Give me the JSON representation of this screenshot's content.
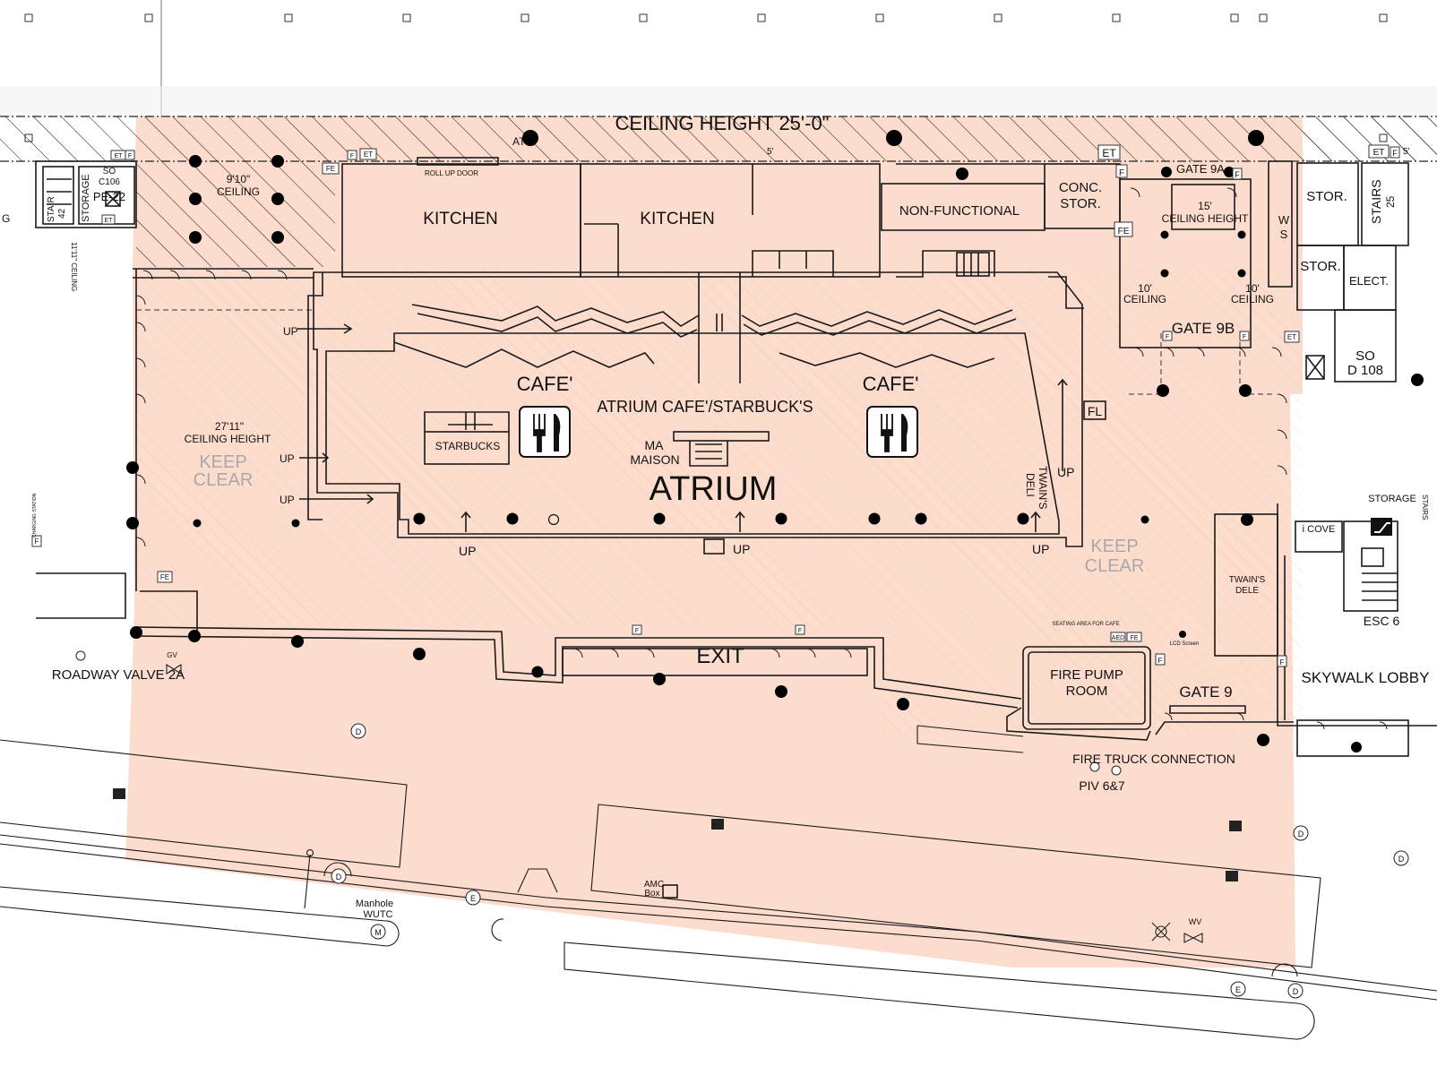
{
  "header": {
    "ceiling_height": "CEILING HEIGHT 25'-0\"",
    "at_mark": "AT",
    "five_mark": "5'",
    "five_mark_right": "5'"
  },
  "top_left": {
    "ceiling_9_10_a": "9'10\"",
    "ceiling_9_10_b": "CEILING",
    "storage": "STORAGE",
    "stair": "STAIR",
    "stair_no": "42",
    "so": "SO",
    "so_room": "C106",
    "pe": "PE-22",
    "ceiling_11_11": "11'11\" CEILING",
    "g_mark": "G",
    "roll_up_door": "ROLL UP DOOR"
  },
  "rooms": {
    "kitchen_1": "KITCHEN",
    "kitchen_2": "KITCHEN",
    "non_functional": "NON-FUNCTIONAL",
    "conc_stor_1": "CONC.",
    "conc_stor_2": "STOR.",
    "gate_9a": "GATE 9A",
    "ceiling_15_a": "15'",
    "ceiling_15_b": "CEILING HEIGHT",
    "ws_w": "W",
    "ws_s": "S",
    "stor_1": "STOR.",
    "stor_2": "STOR.",
    "stairs_25_a": "STAIRS",
    "stairs_25_b": "25",
    "elect": "ELECT.",
    "ceiling_10_left_a": "10'",
    "ceiling_10_left_b": "CEILING",
    "ceiling_10_right_a": "10'",
    "ceiling_10_right_b": "CEILING",
    "gate_9b": "GATE 9B",
    "so_d108_a": "SO",
    "so_d108_b": "D 108",
    "fl": "FL"
  },
  "atrium": {
    "cafe_left": "CAFE'",
    "cafe_right": "CAFE'",
    "atrium_cafe": "ATRIUM CAFE'/STARBUCK'S",
    "starbucks": "STARBUCKS",
    "ma": "MA",
    "maison": "MAISON",
    "atrium": "ATRIUM",
    "twains_deli_a": "TWAIN'S",
    "twains_deli_b": "DELI",
    "up_labels": [
      "UP",
      "UP",
      "UP",
      "UP",
      "UP",
      "UP",
      "UP"
    ]
  },
  "west": {
    "ceiling_27_a": "27'11\"",
    "ceiling_27_b": "CEILING HEIGHT",
    "keep_clear_a": "KEEP",
    "keep_clear_b": "CLEAR",
    "roadway_valve": "ROADWAY VALVE 2A",
    "charging_station": "CHARGING STATION"
  },
  "east": {
    "keep_clear_a": "KEEP",
    "keep_clear_b": "CLEAR",
    "twains_dele_a": "TWAIN'S",
    "twains_dele_b": "DELE",
    "storage": "STORAGE",
    "i_cove": "i COVE",
    "esc_6": "ESC 6",
    "skywalk_lobby": "SKYWALK LOBBY",
    "stairs": "STAIRS",
    "seating_area": "SEATING AREA FOR CAFE",
    "aed": "AED",
    "fe": "FE",
    "lcd_screen": "LCD Screen"
  },
  "south": {
    "exit": "EXIT",
    "fire_pump_a": "FIRE PUMP",
    "fire_pump_b": "ROOM",
    "gate_9": "GATE 9",
    "fire_truck": "FIRE TRUCK CONNECTION",
    "piv": "PIV 6&7",
    "manhole_a": "Manhole",
    "manhole_b": "WUTC",
    "amc_a": "AMC",
    "amc_b": "Box",
    "wv": "WV",
    "gv": "GV"
  },
  "symbols": {
    "d": "D",
    "e": "E",
    "m": "M",
    "f": "F",
    "fe": "FE",
    "et": "ET"
  },
  "colors": {
    "zone_fill": "#fcdccd",
    "line": "#1a1a1a",
    "faded_text": "#a9a9a9",
    "column": "#000000"
  },
  "icons": {
    "dining_left": "fork-knife-icon",
    "dining_right": "fork-knife-icon",
    "elevator": "elevator-icon",
    "escalator": "escalator-icon"
  }
}
